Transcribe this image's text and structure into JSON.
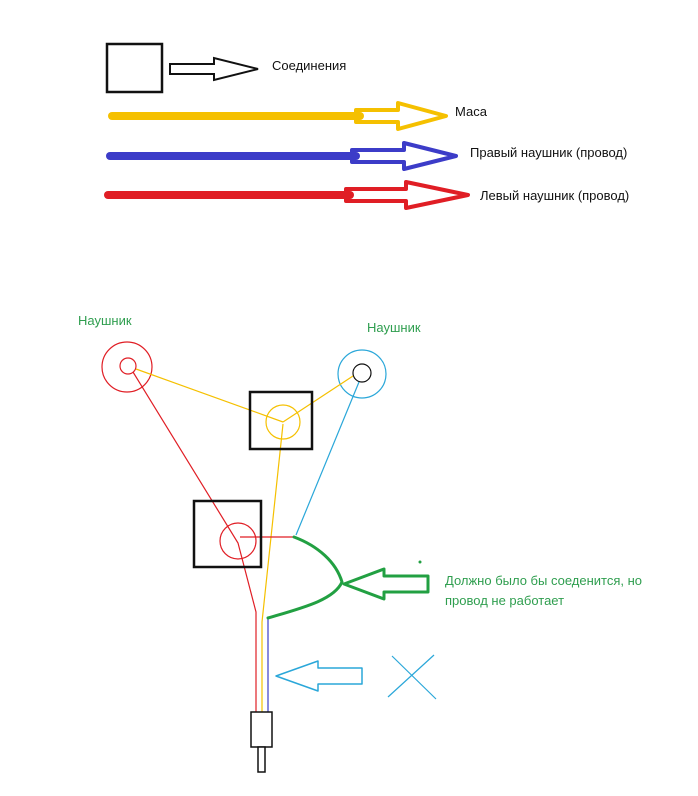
{
  "legend": {
    "connections_label": "Соединения",
    "ground_label": "Маса",
    "right_label": "Правый наушник (провод)",
    "left_label": "Левый наушник (провод)"
  },
  "diagram": {
    "headphone_left_label": "Наушник",
    "headphone_right_label": "Наушник",
    "note_line1": "Должно было бы соеденится, но",
    "note_line2": "провод не работает"
  },
  "colors": {
    "ground": "#f5c000",
    "right": "#3c3cc8",
    "left": "#e01e25",
    "cyan": "#2aa7d9",
    "green": "#22a042",
    "outline": "#111111"
  }
}
